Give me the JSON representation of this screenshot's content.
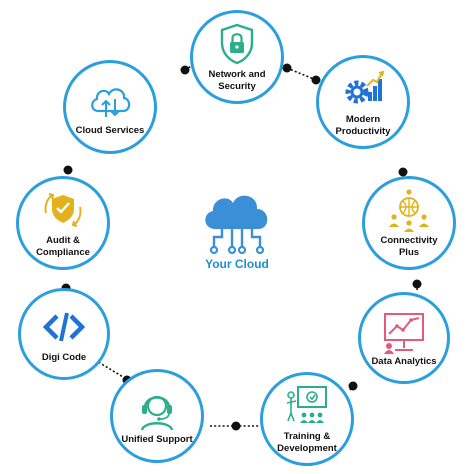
{
  "center": {
    "label": "Your Cloud",
    "icon": "cloud-network-icon"
  },
  "colors": {
    "ring": "#2b9fdd",
    "accent_blue": "#1f73d6",
    "accent_gold": "#e3b21a",
    "accent_green": "#2cae8c",
    "accent_pink": "#e25b7b",
    "link_dot": "#111111"
  },
  "nodes": [
    {
      "id": "network",
      "label": "Network and Security",
      "icon": "shield-lock-icon"
    },
    {
      "id": "modern",
      "label": "Modern Productivity",
      "icon": "gear-bar-chart-icon"
    },
    {
      "id": "connect",
      "label": "Connectivity Plus",
      "icon": "people-network-icon"
    },
    {
      "id": "analytics",
      "label": "Data Analytics",
      "icon": "analytics-chart-icon"
    },
    {
      "id": "training",
      "label": "Training & Development",
      "icon": "presentation-icon"
    },
    {
      "id": "support",
      "label": "Unified Support",
      "icon": "headset-support-icon"
    },
    {
      "id": "digi",
      "label": "Digi Code",
      "icon": "code-brackets-icon"
    },
    {
      "id": "audit",
      "label": "Audit & Compliance",
      "icon": "compliance-badge-icon"
    },
    {
      "id": "cloud",
      "label": "Cloud Services",
      "icon": "cloud-upload-download-icon"
    }
  ]
}
